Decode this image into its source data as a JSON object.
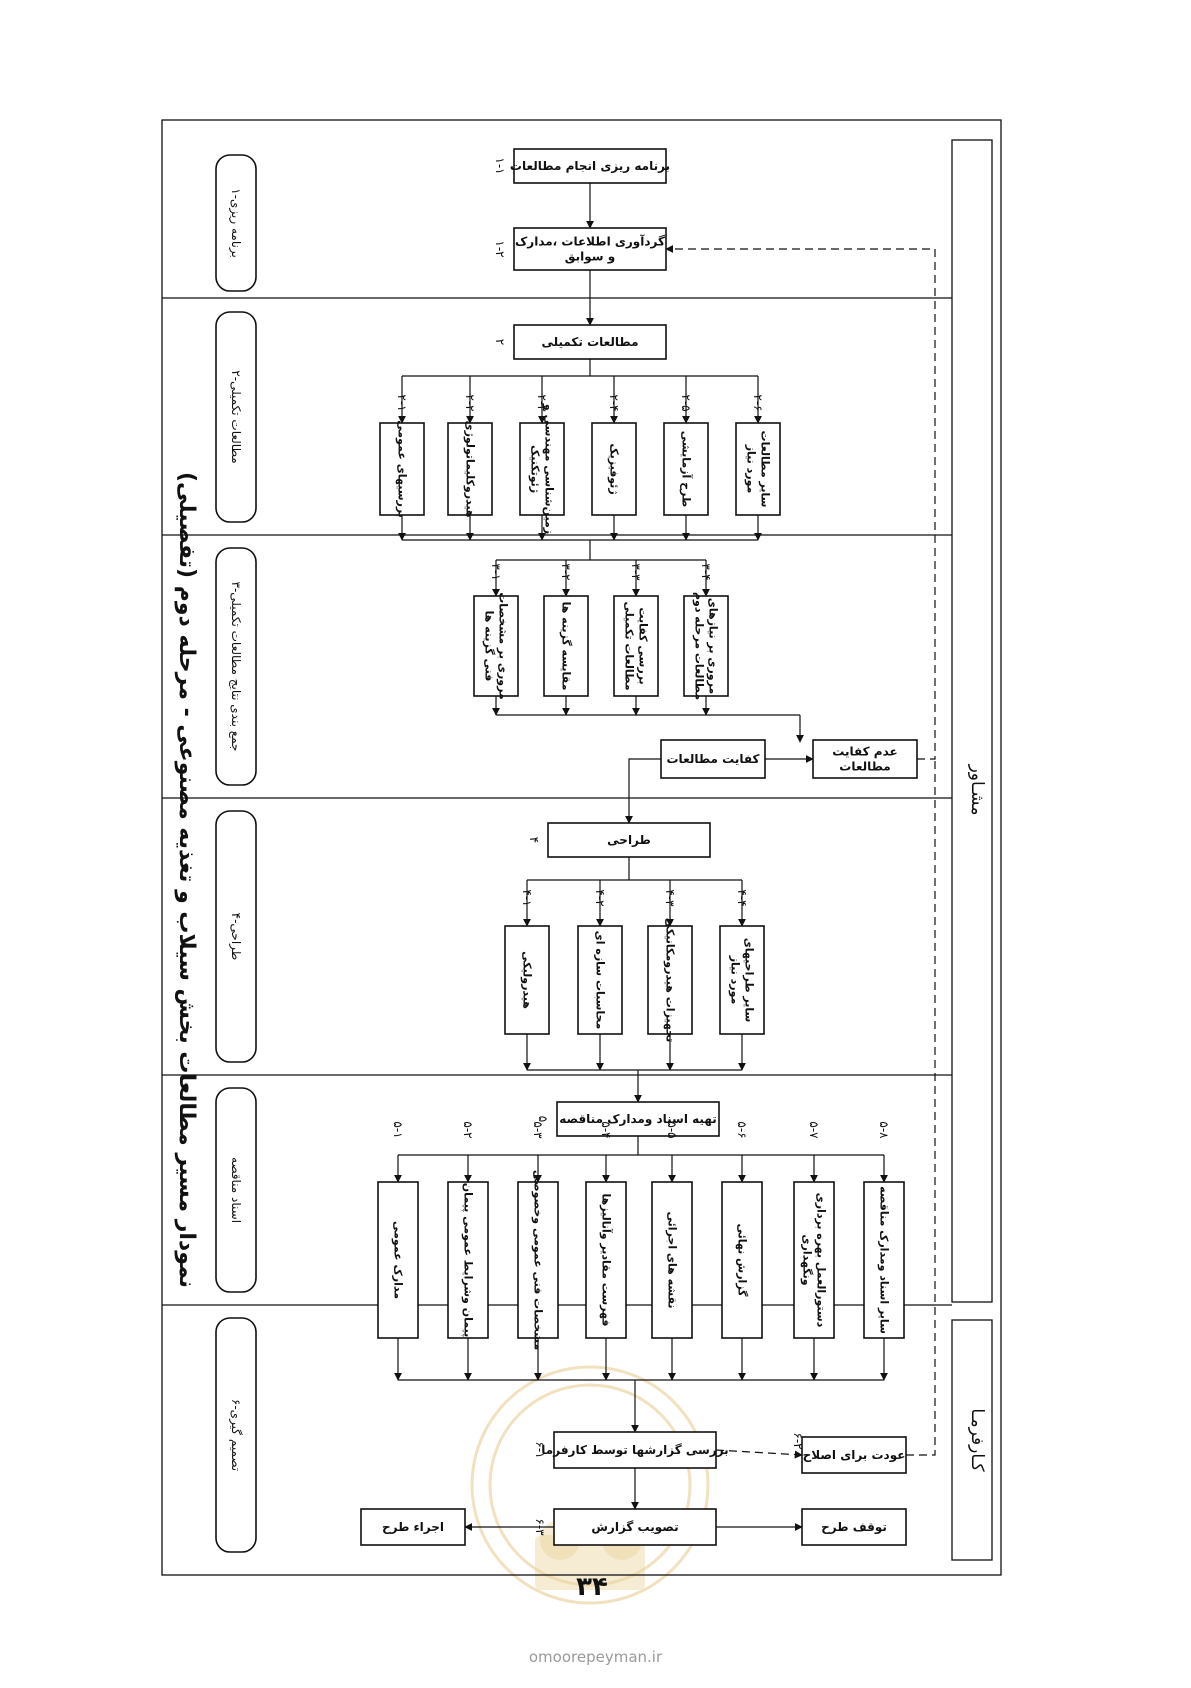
{
  "title": "نمودار مسیر مطالعات بخش سیلاب و تغذیه مصنوعی - مرحله دوم (تفصیلی)",
  "side_labels": {
    "consultant": "مشـاور",
    "employer": "کـارفرمـا"
  },
  "page_number": "۳۴",
  "watermark_site": "omoorepeyman.ir",
  "phases": [
    {
      "label": "۱-برنامه ریزی"
    },
    {
      "label": "۲-مطالعات تکمیلی"
    },
    {
      "label": "۳-جمع بندی نتایج مطالعات تکمیلی"
    },
    {
      "label": "۴-طراحی"
    },
    {
      "label": "اسناد مناقصه"
    },
    {
      "label": "۶-تصمیم گیری"
    }
  ],
  "nodes": [
    {
      "id": "n11",
      "lines": [
        "برنامه ریزی انجام مطالعات"
      ],
      "num": "۱-۱"
    },
    {
      "id": "n12",
      "lines": [
        "گردآوری اطلاعات ،مدارک",
        "و سوابق"
      ],
      "num": "۱-۲"
    },
    {
      "id": "n2",
      "lines": [
        "مطالعات تکمیلی"
      ],
      "num": "۲"
    },
    {
      "id": "n21",
      "lines": [
        "بررسیهای عمومی"
      ],
      "num": "۲-۱"
    },
    {
      "id": "n22",
      "lines": [
        "هیدروکلیماتولوژی"
      ],
      "num": "۲-۲"
    },
    {
      "id": "n23",
      "lines": [
        "زمین‌شناسی مهندسی و",
        "ژئوتکنیک"
      ],
      "num": "۲-۳"
    },
    {
      "id": "n24",
      "lines": [
        "ژئوفیزیک"
      ],
      "num": "۲-۴"
    },
    {
      "id": "n25",
      "lines": [
        "طرح آزمایشی"
      ],
      "num": "۲-۵"
    },
    {
      "id": "n26",
      "lines": [
        "سایر مطالعات",
        "مورد نیاز"
      ],
      "num": "۲-۶"
    },
    {
      "id": "n31",
      "lines": [
        "مروری بر مشخصات",
        "فنی گزینه ها"
      ],
      "num": "۳-۱"
    },
    {
      "id": "n32",
      "lines": [
        "مقایسه گزینه ها"
      ],
      "num": "۳-۲"
    },
    {
      "id": "n33",
      "lines": [
        "بررسی کفایت",
        "مطالعات تکمیلی"
      ],
      "num": "۳-۳"
    },
    {
      "id": "n34",
      "lines": [
        "مروری بر نیازهای",
        "مطالعات مرحله دوم"
      ],
      "num": "۳-۴"
    },
    {
      "id": "nSuff",
      "lines": [
        "کفایت مطالعات"
      ],
      "num": ""
    },
    {
      "id": "nNotSuff",
      "lines": [
        "عدم کفایت",
        "مطالعات"
      ],
      "num": ""
    },
    {
      "id": "n4",
      "lines": [
        "طراحی"
      ],
      "num": "۴"
    },
    {
      "id": "n41",
      "lines": [
        "هیدرولیکی"
      ],
      "num": "۴-۱"
    },
    {
      "id": "n42",
      "lines": [
        "محاسبات سازه ای"
      ],
      "num": "۴-۲"
    },
    {
      "id": "n43",
      "lines": [
        "تجهیزات هیدرومکانیکی"
      ],
      "num": "۴-۳"
    },
    {
      "id": "n44",
      "lines": [
        "سایر طراحیهای",
        "مورد نیاز"
      ],
      "num": "۴-۴"
    },
    {
      "id": "n5",
      "lines": [
        "تهیه اسناد ومدارک مناقصه"
      ],
      "num": "۵"
    },
    {
      "id": "n51",
      "lines": [
        "مدارک عمومی"
      ],
      "num": "۵-۱"
    },
    {
      "id": "n52",
      "lines": [
        "پیمان وشرایط عمومی پیمان"
      ],
      "num": "۵-۲"
    },
    {
      "id": "n53",
      "lines": [
        "مشخصات فنی عمومی وخصوصی"
      ],
      "num": "۵-۳"
    },
    {
      "id": "n54",
      "lines": [
        "فهرست مقادیر وآنالیزها"
      ],
      "num": "۵-۴"
    },
    {
      "id": "n55",
      "lines": [
        "نقشه های اجرائی"
      ],
      "num": "۵-۵"
    },
    {
      "id": "n56",
      "lines": [
        "گزارش نهائی"
      ],
      "num": "۵-۶"
    },
    {
      "id": "n57",
      "lines": [
        "دستورالعمل بهره برداری",
        "ونگهداری"
      ],
      "num": "۵-۷"
    },
    {
      "id": "n58",
      "lines": [
        "سایر اسناد ومدارک مناقصه"
      ],
      "num": "۵-۸"
    },
    {
      "id": "n61",
      "lines": [
        "بررسی گزارشها توسط کارفرما"
      ],
      "num": "۶-۱"
    },
    {
      "id": "n62",
      "lines": [
        "عودت برای اصلاح"
      ],
      "num": "۶-۲"
    },
    {
      "id": "n63",
      "lines": [
        "تصویب گزارش"
      ],
      "num": "۶-۳"
    },
    {
      "id": "nStop",
      "lines": [
        "توقف طرح"
      ],
      "num": ""
    },
    {
      "id": "nExec",
      "lines": [
        "اجراء طرح"
      ],
      "num": ""
    }
  ]
}
